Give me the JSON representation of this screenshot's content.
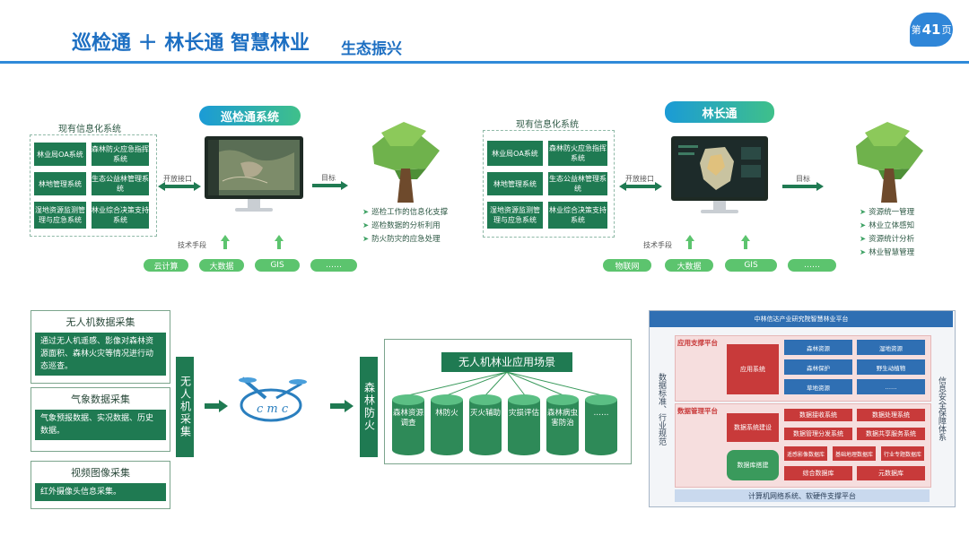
{
  "header": {
    "title": "巡检通 ＋ 林长通 智慧林业",
    "subtitle": "生态振兴",
    "page_prefix": "第",
    "page_number": "41",
    "page_suffix": "页"
  },
  "left_panel": {
    "system_title": "巡检通系统",
    "existing_title": "现有信息化系统",
    "boxes": [
      "林业局OA系统",
      "森林防火应急指挥系统",
      "林地管理系统",
      "生态公益林管理系统",
      "湿地资源监测管理与应急系统",
      "林业综合决策支持系统"
    ],
    "interface_label": "开放接口",
    "target_label": "目标",
    "tech_label": "技术手段",
    "tags": [
      "云计算",
      "大数据",
      "GIS",
      "……"
    ],
    "bullets": [
      "巡检工作的信息化支撑",
      "巡检数据的分析利用",
      "防火防灾的应急处理"
    ]
  },
  "right_panel": {
    "system_title": "林长通",
    "existing_title": "现有信息化系统",
    "boxes": [
      "林业局OA系统",
      "森林防火应急指挥系统",
      "林地管理系统",
      "生态公益林管理系统",
      "湿地资源监测管理与应急系统",
      "林业综合决策支持系统"
    ],
    "interface_label": "开放接口",
    "target_label": "目标",
    "tech_label": "技术手段",
    "tags": [
      "物联网",
      "大数据",
      "GIS",
      "……"
    ],
    "bullets": [
      "资源统一管理",
      "林业立体感知",
      "资源统计分析",
      "林业智慧管理"
    ]
  },
  "drone": {
    "cards": [
      {
        "title": "无人机数据采集",
        "text": "通过无人机遥感、影像对森林资源面积、森林火灾等情况进行动态巡查。"
      },
      {
        "title": "气象数据采集",
        "text": "气象预报数据、实况数据、历史数据。"
      },
      {
        "title": "视频图像采集",
        "text": "红外摄像头信息采集。"
      }
    ],
    "collect_label": "无人机采集",
    "forest_label": "森林防火",
    "scenario_title": "无人机林业应用场景",
    "cylinders": [
      "森林资源调查",
      "林防火",
      "灭火辅助",
      "灾损评估",
      "森林病虫害防治",
      "……"
    ]
  },
  "platform": {
    "title": "中林信达产业研究院智慧林业平台",
    "app_layer": "应用支撑平台",
    "app_system": "应用系统",
    "app_boxes": [
      "森林资源",
      "湿地资源",
      "森林保护",
      "野生动植物",
      "草地资源",
      "……"
    ],
    "data_layer": "数据管理平台",
    "data_boxes": [
      "数据接收系统",
      "数据处理系统",
      "数据管理分发系统",
      "数据共享服务系统"
    ],
    "data_sys_label": "数据系统建设",
    "db_label": "数据库搭建",
    "db_boxes": [
      "遥感影像数据库",
      "基础地理数据库",
      "行业专题数据库",
      "综合数据库",
      "元数据库"
    ],
    "left_side": "数据标准、行业规范",
    "right_side": "信息安全保障体系",
    "bottom": "计算机网络系统、软硬件支撑平台"
  }
}
